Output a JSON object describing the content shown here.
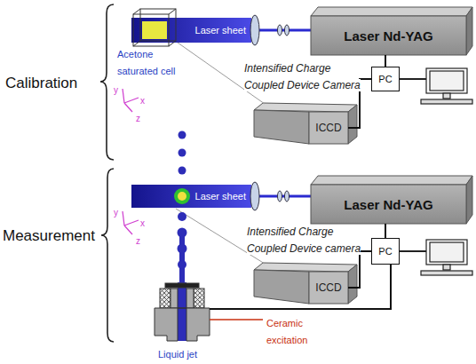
{
  "diagram": {
    "nodes": [
      {
        "text": [
          "Laser sheet"
        ]
      },
      {
        "text": [
          "Laser Nd-YAG"
        ]
      },
      {
        "text": [
          "ICCD"
        ]
      },
      {
        "text": [
          "PC"
        ]
      },
      {
        "text": [
          "Laser sheet"
        ]
      },
      {
        "text": [
          "Laser Nd-YAG"
        ]
      },
      {
        "text": [
          "ICCD"
        ]
      },
      {
        "text": [
          "PC"
        ]
      }
    ],
    "edges": [
      {
        "from": 1,
        "to": 3,
        "arrow": "none"
      },
      {
        "from": 2,
        "to": 3,
        "arrow": "none"
      },
      {
        "from": 5,
        "to": 7,
        "arrow": "none"
      },
      {
        "from": 6,
        "to": 7,
        "arrow": "none"
      }
    ],
    "labels": [
      "Calibration",
      "Acetone saturated cell",
      "Intensified Charge Coupled Device Camera",
      "y",
      "x",
      "z",
      "Measurement",
      "y",
      "x",
      "z",
      "Intensified Charge Coupled Device camera",
      "Ceramic excitation",
      "Liquid jet"
    ]
  }
}
